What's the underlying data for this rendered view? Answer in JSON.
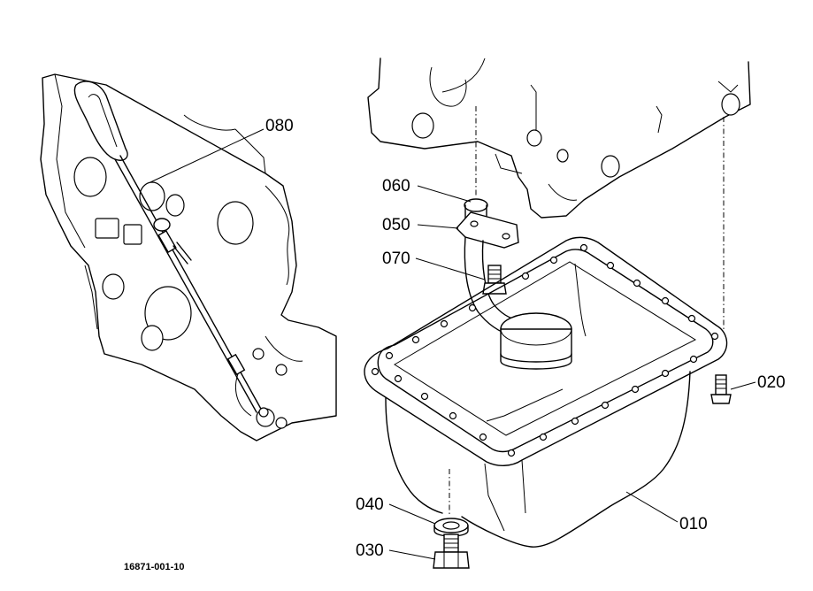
{
  "figure_id": "16871-001-10",
  "parts": [
    {
      "ref": "080"
    },
    {
      "ref": "060"
    },
    {
      "ref": "050"
    },
    {
      "ref": "070"
    },
    {
      "ref": "020"
    },
    {
      "ref": "040"
    },
    {
      "ref": "010"
    },
    {
      "ref": "030"
    }
  ],
  "line_color": "#000000",
  "background": "#ffffff"
}
